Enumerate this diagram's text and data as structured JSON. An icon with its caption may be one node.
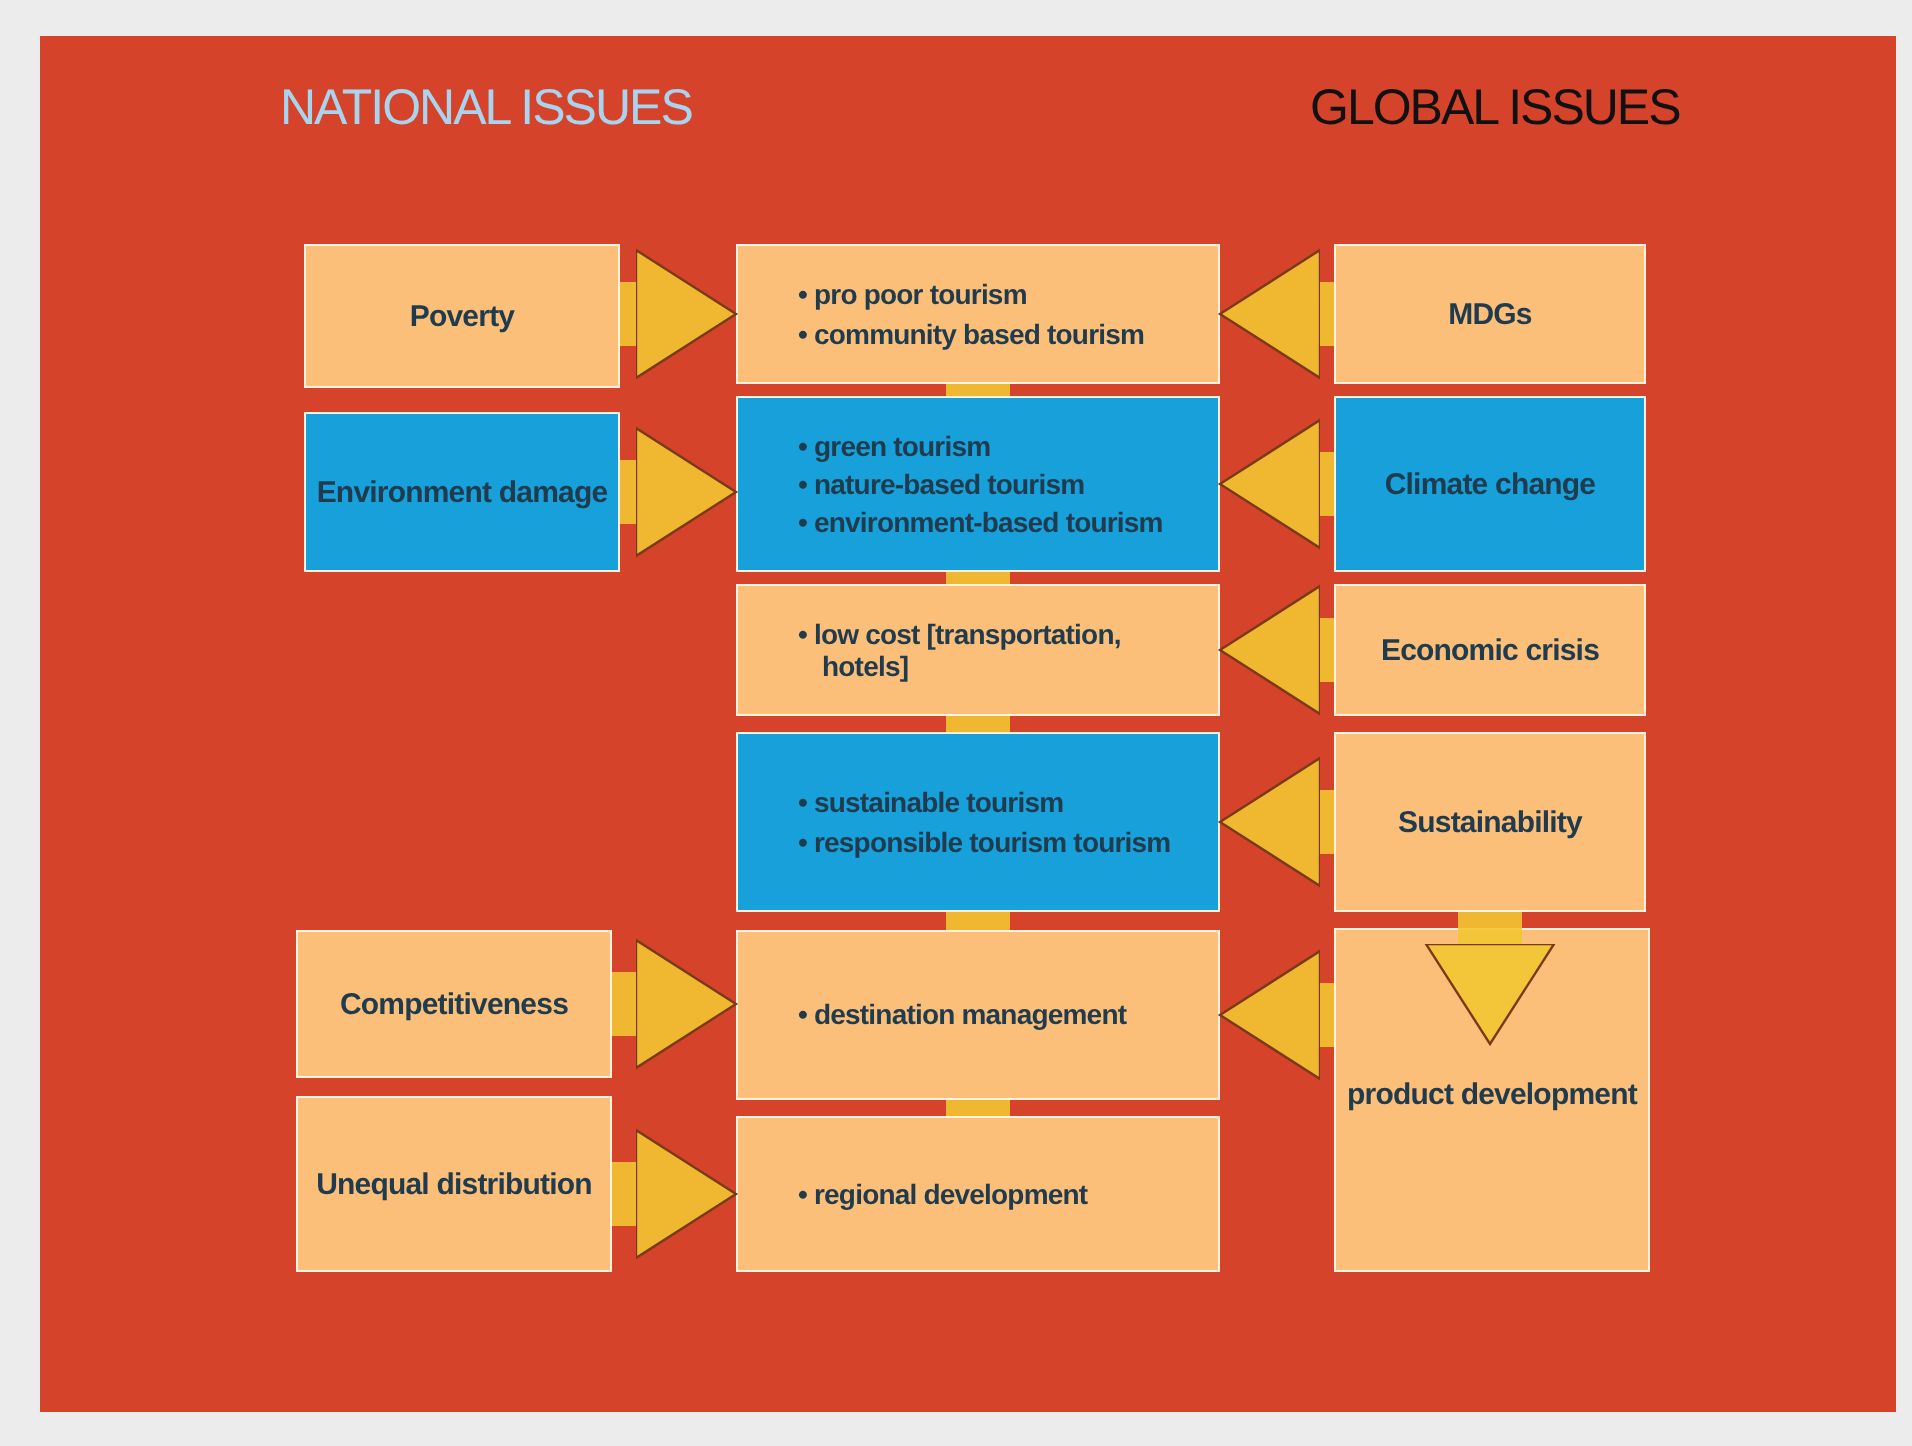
{
  "diagram": {
    "nodes": [
      {
        "text": [
          "Poverty"
        ]
      },
      {
        "text": [
          "• pro poor tourism",
          "• community based tourism"
        ]
      },
      {
        "text": [
          "MDGs"
        ]
      },
      {
        "text": [
          "Environment damage"
        ]
      },
      {
        "text": [
          "• green tourism",
          "• nature-based tourism",
          "• environment-based tourism"
        ]
      },
      {
        "text": [
          "Climate change"
        ]
      },
      {
        "text": [
          "• low cost [transportation, hotels]"
        ]
      },
      {
        "text": [
          "Economic crisis"
        ]
      },
      {
        "text": [
          "• sustainable tourism",
          "• responsible tourism tourism"
        ]
      },
      {
        "text": [
          "Sustainability"
        ]
      },
      {
        "text": [
          "Competitiveness"
        ]
      },
      {
        "text": [
          "• destination management"
        ]
      },
      {
        "text": [
          "product development"
        ]
      },
      {
        "text": [
          "Unequal distribution"
        ]
      },
      {
        "text": [
          "• regional development"
        ]
      }
    ],
    "edges": [
      {
        "from": 0,
        "to": 1,
        "arrow": "to"
      },
      {
        "from": 2,
        "to": 1,
        "arrow": "to"
      },
      {
        "from": 3,
        "to": 4,
        "arrow": "to"
      },
      {
        "from": 5,
        "to": 4,
        "arrow": "to"
      },
      {
        "from": 7,
        "to": 6,
        "arrow": "to"
      },
      {
        "from": 9,
        "to": 8,
        "arrow": "to"
      },
      {
        "from": 9,
        "to": 12,
        "arrow": "to"
      },
      {
        "from": 10,
        "to": 11,
        "arrow": "to"
      },
      {
        "from": 12,
        "to": 11,
        "arrow": "to"
      },
      {
        "from": 13,
        "to": 14,
        "arrow": "to"
      },
      {
        "from": 1,
        "to": 4,
        "arrow": "none"
      },
      {
        "from": 4,
        "to": 6,
        "arrow": "none"
      },
      {
        "from": 6,
        "to": 8,
        "arrow": "none"
      },
      {
        "from": 8,
        "to": 11,
        "arrow": "none"
      },
      {
        "from": 11,
        "to": 14,
        "arrow": "none"
      }
    ],
    "labels": [
      "NATIONAL ISSUES",
      "GLOBAL ISSUES"
    ]
  }
}
